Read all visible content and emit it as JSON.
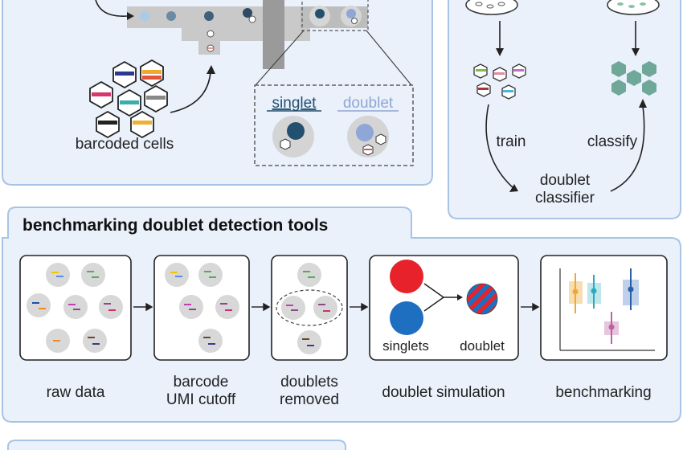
{
  "top_left_panel": {
    "barcoded_cells_label": "barcoded cells",
    "singlet_label": "singlet",
    "doublet_label": "doublet"
  },
  "top_right_panel": {
    "train_label": "train",
    "classify_label": "classify",
    "classifier_label_line1": "doublet",
    "classifier_label_line2": "classifier"
  },
  "benchmark_section": {
    "title": "benchmarking doublet detection tools",
    "steps": [
      {
        "label_lines": [
          "raw data"
        ]
      },
      {
        "label_lines": [
          "barcode",
          "UMI cutoff"
        ]
      },
      {
        "label_lines": [
          "doublets",
          "removed"
        ]
      },
      {
        "label_lines": [
          "doublet simulation"
        ]
      },
      {
        "label_lines": [
          "benchmarking"
        ]
      }
    ],
    "simulation": {
      "singlets_label": "singlets",
      "doublet_label": "doublet"
    }
  },
  "colors": {
    "panel_fill": "#eaf1fb",
    "panel_border": "#a8c4e4",
    "cell_gray": "#d8d8d8",
    "singlet_dark": "#23506e",
    "doublet_light": "#8fa6d6",
    "classifier_green": "#6fa898",
    "red": "#e8222a",
    "blue": "#1e6fc0"
  }
}
